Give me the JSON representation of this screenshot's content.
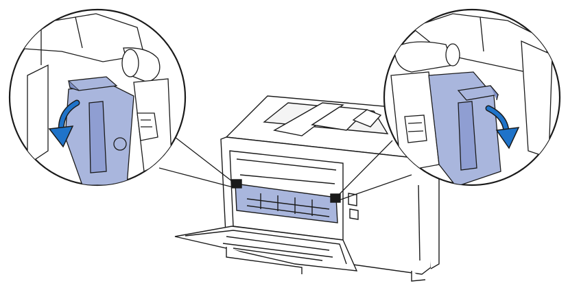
{
  "illustration": {
    "subject": "printer-rear-with-open-back-cover",
    "callouts": [
      {
        "name": "left-lever-callout",
        "arrow_direction": "down-left"
      },
      {
        "name": "right-lever-callout",
        "arrow_direction": "down-right"
      }
    ]
  },
  "colors": {
    "line": "#1a1a1a",
    "background": "#ffffff",
    "lever_fill": "#a9b6dd",
    "lever_dark": "#7f8fc4",
    "arrow": "#1f73c9",
    "shade": "#e8e8e8"
  }
}
